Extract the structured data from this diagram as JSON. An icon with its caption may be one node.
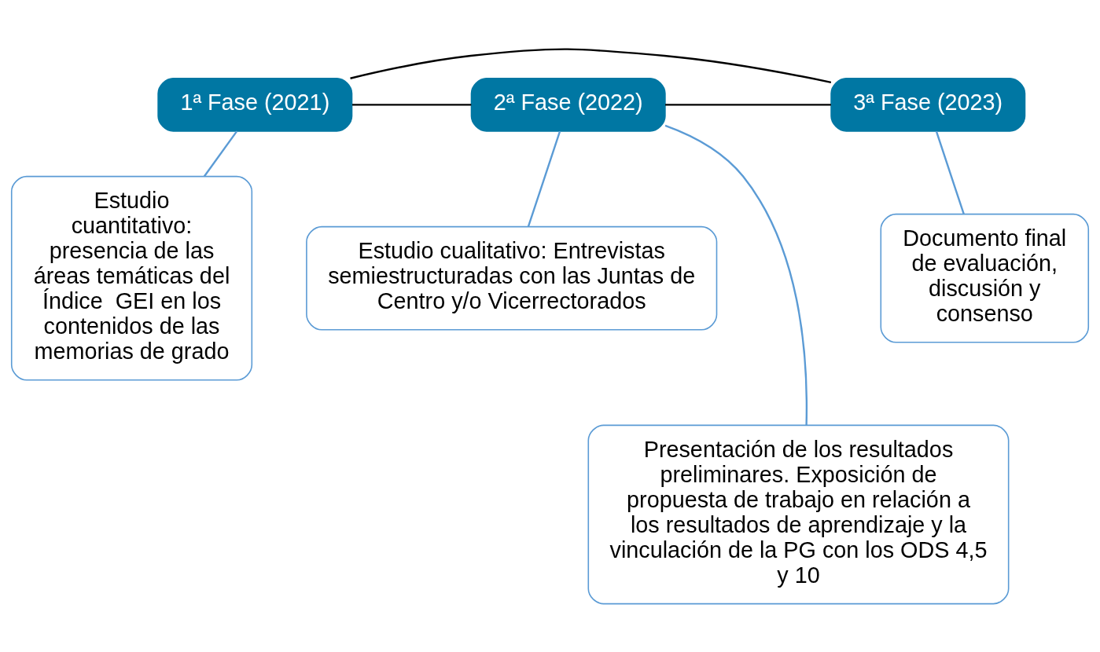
{
  "diagram": {
    "nodes": [
      {
        "text": [
          "1ª Fase (2021)"
        ]
      },
      {
        "text": [
          "Estudio cuantitativo: presencia de las áreas temáticas del Índice  GEI en los contenidos de las memorias de grado"
        ]
      },
      {
        "text": [
          "2ª Fase (2022)"
        ]
      },
      {
        "text": [
          "Estudio cualitativo: Entrevistas semiestructuradas con las Juntas de Centro y/o Vicerrectorados"
        ]
      },
      {
        "text": [
          "Presentación de los resultados preliminares. Exposición de propuesta de trabajo en relación a los resultados de aprendizaje y la vinculación de la PG con los ODS 4,5 y 10"
        ]
      },
      {
        "text": [
          "3ª Fase (2023)"
        ]
      },
      {
        "text": [
          "Documento final de evaluación, discusión y consenso"
        ]
      }
    ],
    "edges": [
      {
        "from": 0,
        "to": 2,
        "arrow": "none",
        "color": "#000000"
      },
      {
        "from": 2,
        "to": 5,
        "arrow": "none",
        "color": "#000000"
      },
      {
        "from": 5,
        "to": 0,
        "arrow": "none",
        "color": "#000000"
      },
      {
        "from": 0,
        "to": 1,
        "arrow": "none"
      },
      {
        "from": 2,
        "to": 3,
        "arrow": "none"
      },
      {
        "from": 2,
        "to": 4,
        "arrow": "none"
      },
      {
        "from": 5,
        "to": 6,
        "arrow": "none"
      }
    ]
  }
}
